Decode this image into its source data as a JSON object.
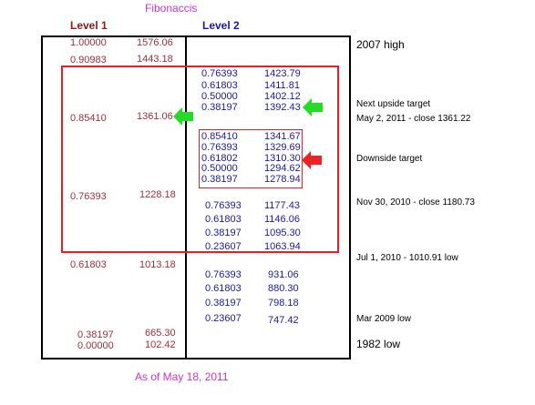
{
  "title": "Fibonaccis",
  "footer": "As of May 18, 2011",
  "headers": {
    "level1": "Level 1",
    "level2": "Level 2"
  },
  "level1": [
    {
      "ratio": "1.00000",
      "value": "1576.06"
    },
    {
      "ratio": "0.90983",
      "value": "1443.18"
    },
    {
      "ratio": "0.85410",
      "value": "1361.06"
    },
    {
      "ratio": "0.76393",
      "value": "1228.18"
    },
    {
      "ratio": "0.61803",
      "value": "1013.18"
    },
    {
      "ratio": "0.38197",
      "value": "665.30"
    },
    {
      "ratio": "0.00000",
      "value": "102.42"
    }
  ],
  "level2_upside": [
    {
      "ratio": "0.76393",
      "value": "1423.79"
    },
    {
      "ratio": "0.61803",
      "value": "1411.81"
    },
    {
      "ratio": "0.50000",
      "value": "1402.12"
    },
    {
      "ratio": "0.38197",
      "value": "1392.43"
    }
  ],
  "level2_downside": [
    {
      "ratio": "0.85410",
      "value": "1341.67"
    },
    {
      "ratio": "0.76393",
      "value": "1329.69"
    },
    {
      "ratio": "0.61802",
      "value": "1310.30"
    },
    {
      "ratio": "0.50000",
      "value": "1294.62"
    },
    {
      "ratio": "0.38197",
      "value": "1278.94"
    }
  ],
  "level2_mid": [
    {
      "ratio": "0.76393",
      "value": "1177.43"
    },
    {
      "ratio": "0.61803",
      "value": "1146.06"
    },
    {
      "ratio": "0.38197",
      "value": "1095.30"
    },
    {
      "ratio": "0.23607",
      "value": "1063.94"
    }
  ],
  "level2_low": [
    {
      "ratio": "0.76393",
      "value": "931.06"
    },
    {
      "ratio": "0.61803",
      "value": "880.30"
    },
    {
      "ratio": "0.38197",
      "value": "798.18"
    },
    {
      "ratio": "0.23607",
      "value": "747.42"
    }
  ],
  "notes": {
    "high_2007": "2007 high",
    "upside_target": "Next upside target",
    "may_close": "May 2, 2011 - close 1361.22",
    "downside_target": "Downside target",
    "nov_close": "Nov 30, 2010 -  close 1180.73",
    "jul_low": "Jul 1, 2010 - 1010.91 low",
    "mar_low": "Mar 2009 low",
    "low_1982": "1982 low"
  },
  "colors": {
    "title": "#cc33cc",
    "level1_text": "#a0303a",
    "level2_text": "#1a1aa0",
    "frame": "#000000",
    "highlight_box": "#e0202a",
    "arrow_green": "#22dd22",
    "arrow_red": "#ee2222"
  },
  "icons": {
    "green_arrow_left": "arrow-left-green-icon",
    "green_arrow_right": "arrow-right-green-icon",
    "red_arrow": "arrow-left-red-icon"
  }
}
